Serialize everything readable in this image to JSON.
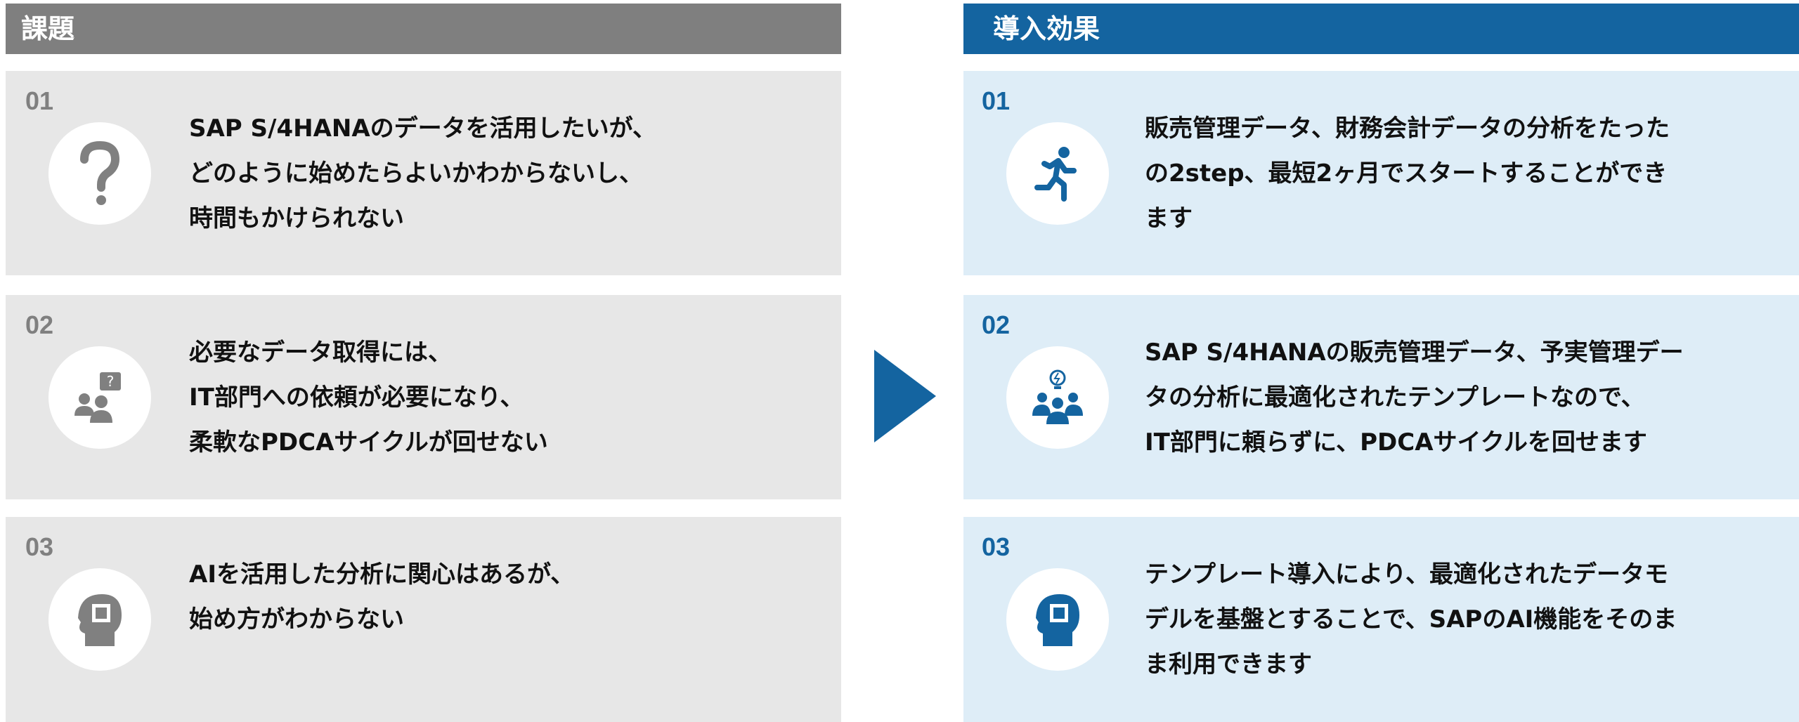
{
  "left": {
    "title": "課題",
    "items": [
      {
        "num": "01",
        "icon": "question-icon",
        "lines": [
          "SAP S/4HANAのデータを活用したいが、",
          "どのように始めたらよいかわからないし、",
          "時間もかけられない"
        ]
      },
      {
        "num": "02",
        "icon": "people-question-icon",
        "lines": [
          "必要なデータ取得には、",
          "IT部門への依頼が必要になり、",
          "柔軟なPDCAサイクルが回せない"
        ]
      },
      {
        "num": "03",
        "icon": "ai-head-icon",
        "lines": [
          "AIを活用した分析に関心はあるが、",
          "始め方がわからない"
        ]
      }
    ]
  },
  "right": {
    "title": "導入効果",
    "items": [
      {
        "num": "01",
        "icon": "running-person-icon",
        "lines": [
          "販売管理データ、財務会計データの分析をたった",
          "の2step、最短2ヶ月でスタートすることができ",
          "ます"
        ]
      },
      {
        "num": "02",
        "icon": "team-idea-icon",
        "lines": [
          "SAP S/4HANAの販売管理データ、予実管理デー",
          "タの分析に最適化されたテンプレートなので、",
          "IT部門に頼らずに、PDCAサイクルを回せます"
        ]
      },
      {
        "num": "03",
        "icon": "ai-head-icon",
        "lines": [
          "テンプレート導入により、最適化されたデータモ",
          "デルを基盤とすることで、SAPのAI機能をそのま",
          "ま利用できます"
        ]
      }
    ]
  },
  "colors": {
    "gray": "#7f7f7f",
    "blue": "#1464a0",
    "left_bg": "#e7e7e7",
    "right_bg": "#deedf7"
  }
}
